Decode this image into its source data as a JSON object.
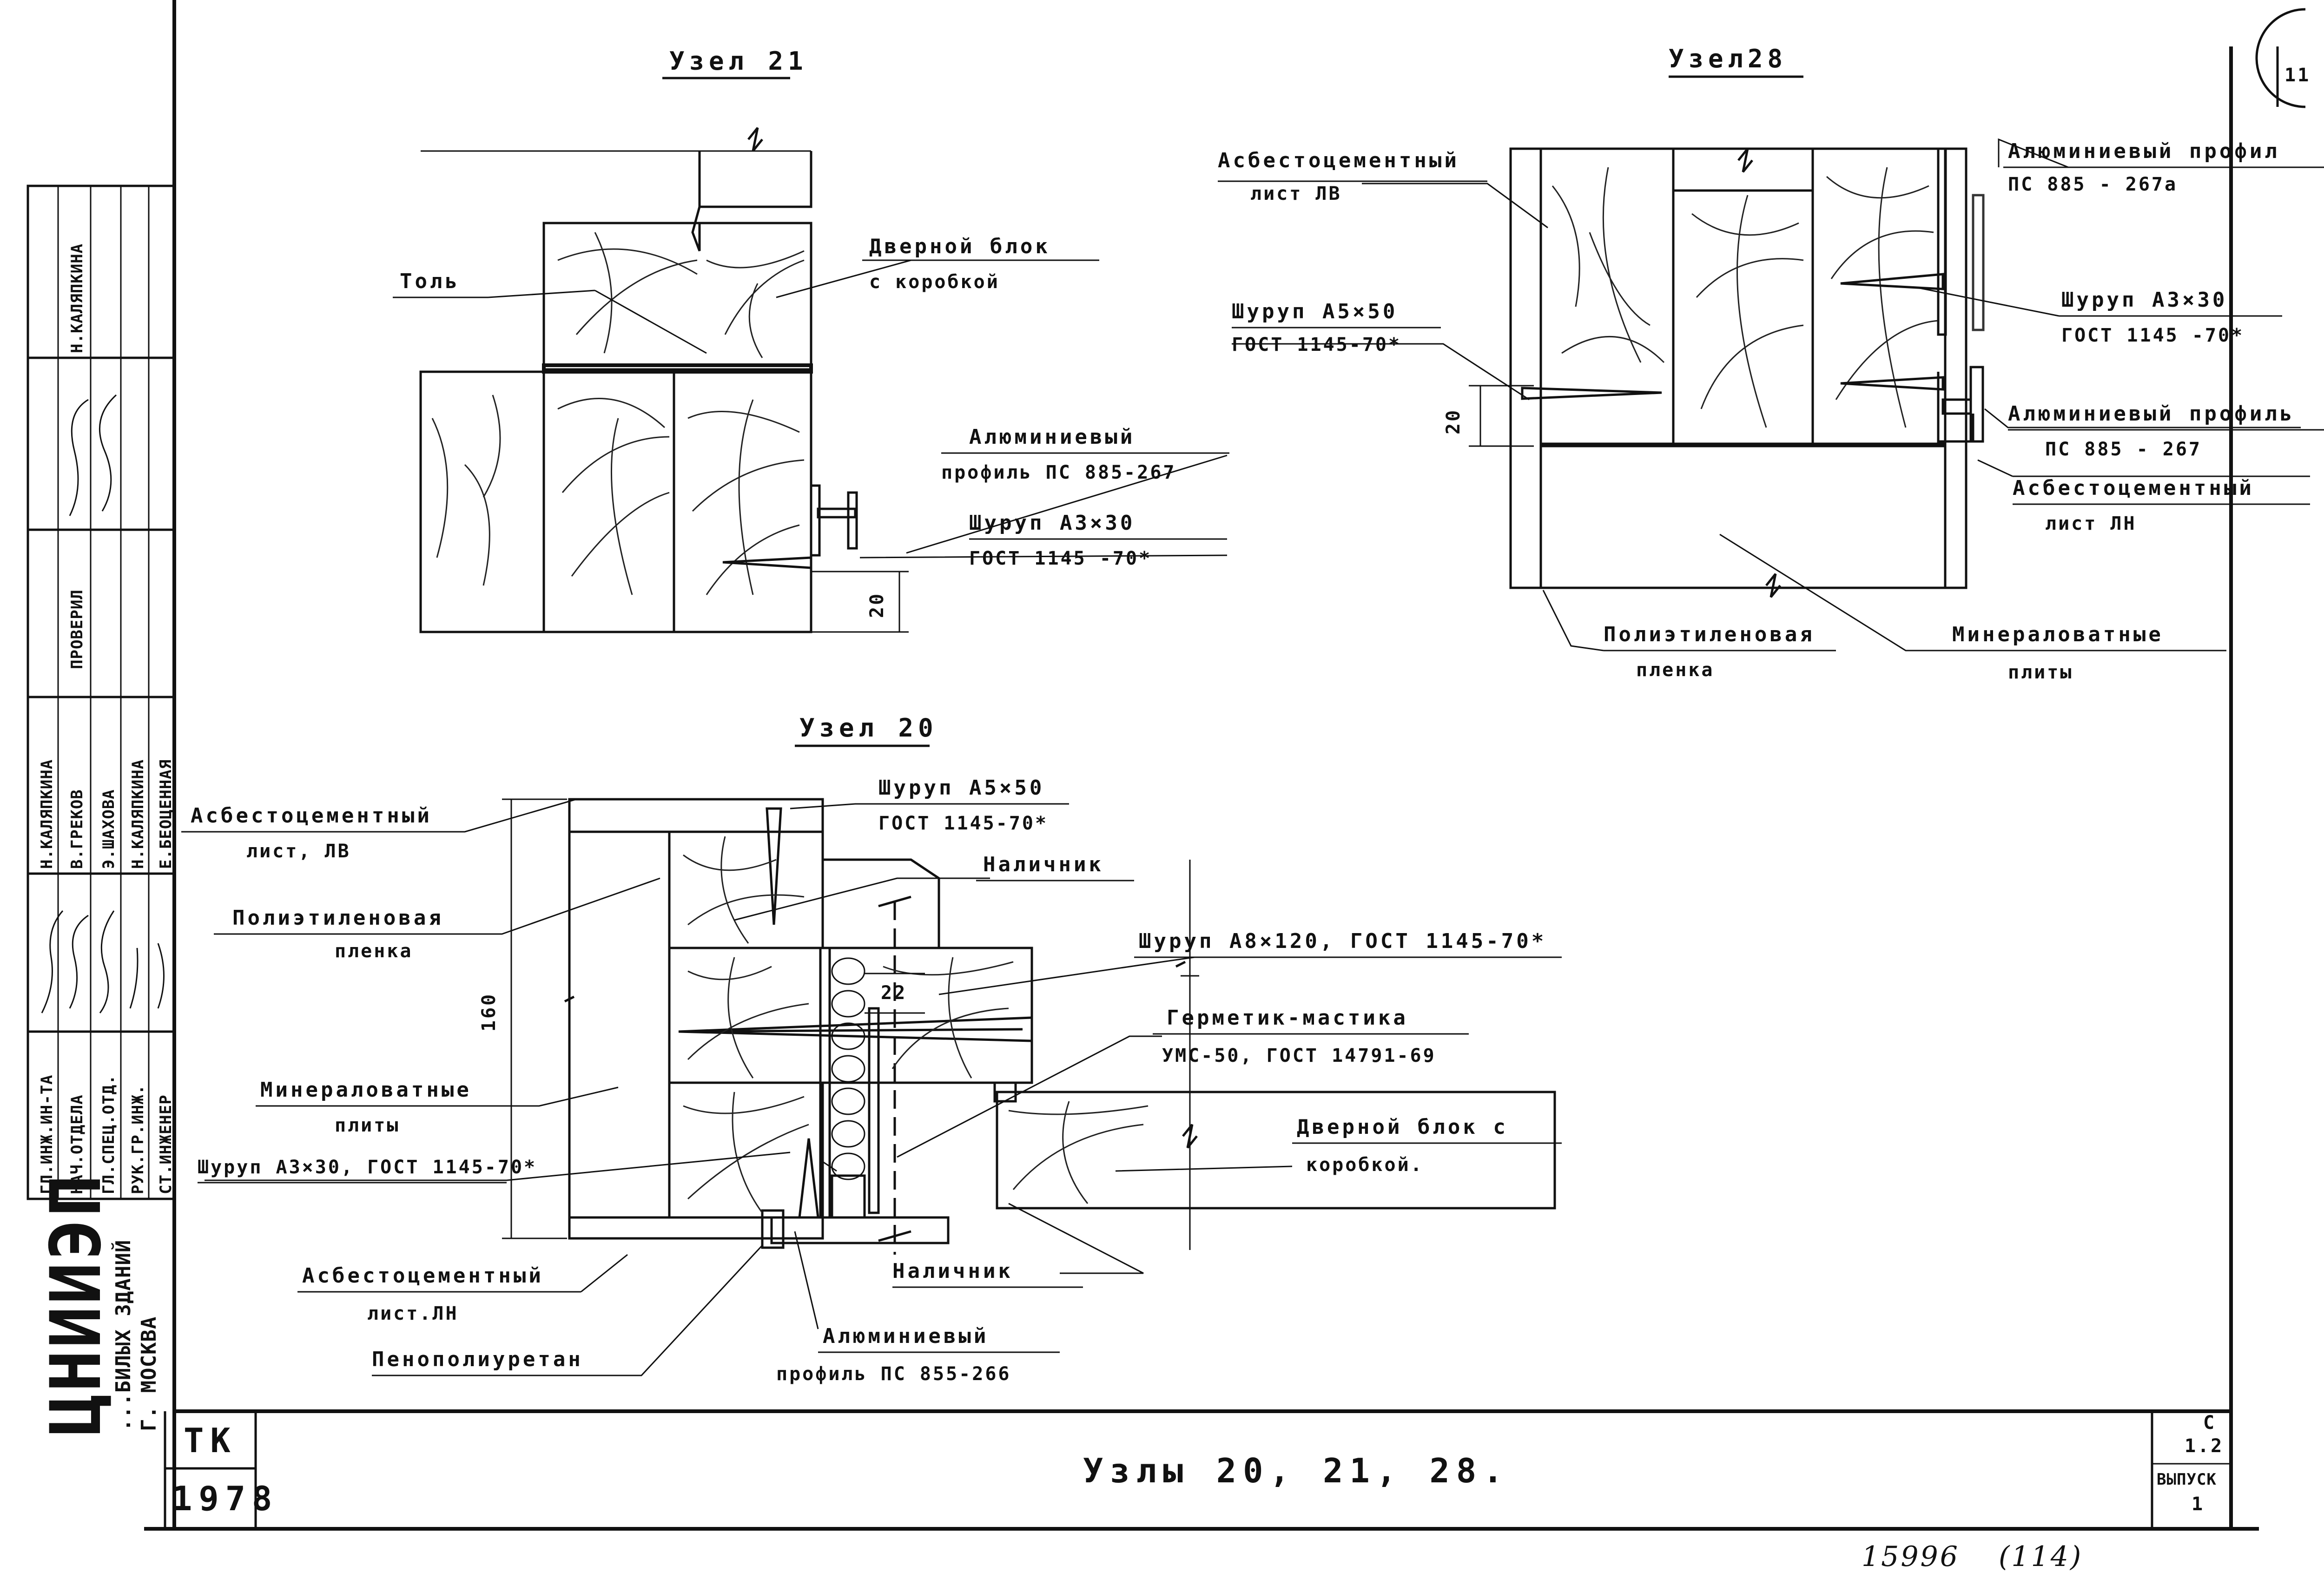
{
  "title_block": {
    "main_title": "Узлы 20, 21, 28.",
    "code": "ТК",
    "year": "1978",
    "sheet_number": "1.2",
    "sheet_label": "С",
    "issue_label": "ВЫПУСК",
    "issue_number": "1",
    "corner_number": "11",
    "org_logo": "ЦНИИЭП",
    "org_line1": "...БИЛЫХ ЗДАНИЙ",
    "org_line2": "Г. МОСКВА",
    "inventory_number": "15996",
    "page_mark": "(114)"
  },
  "staff_table": {
    "roles": [
      "ГЛ.ИНЖ.ИН-ТА",
      "НАЧ.ОТДЕЛА",
      "ГЛ.СПЕЦ.ОТД.",
      "РУК.ГР.ИНЖ.",
      "СТ.ИНЖЕНЕР"
    ],
    "names": [
      "Н.КАЛЯПКИНА",
      "В.ГРЕКОВ",
      "Э.ШАХОВА",
      "Н.КАЛЯПКИНА",
      "Е.БЕОЦЕННАЯ"
    ],
    "checked_role": "ПРОВЕРИЛ",
    "checked_name": "Н.КАЛЯПКИНА"
  },
  "node21": {
    "title": "Узел 21",
    "label_tol": "Толь",
    "label_door1": "Дверной блок",
    "label_door2": "с коробкой",
    "label_profile1": "Алюминиевый",
    "label_profile2": "профиль ПС 885-267",
    "label_screw1": "Шуруп А3×30",
    "label_screw2": "ГОСТ 1145 -70*",
    "dim": "20"
  },
  "node28": {
    "title": "Узел28",
    "label_asb1a": "Асбестоцементный",
    "label_asb1b": "лист ЛВ",
    "label_alu1a": "Алюминиевый профил",
    "label_alu1b": "ПС 885 - 267а",
    "label_screw_a1": "Шуруп А5×50",
    "label_screw_a2": "ГОСТ 1145-70*",
    "label_screw_b1": "Шуруп А3×30",
    "label_screw_b2": "ГОСТ 1145 -70*",
    "label_alu2a": "Алюминиевый профиль",
    "label_alu2b": "ПС 885 - 267",
    "label_asb2a": "Асбестоцементный",
    "label_asb2b": "лист ЛН",
    "label_poly1": "Полиэтиленовая",
    "label_poly2": "пленка",
    "label_mineral1": "Минераловатные",
    "label_mineral2": "плиты",
    "dim": "20"
  },
  "node20": {
    "title": "Узел 20",
    "label_asb1a": "Асбестоцементный",
    "label_asb1b": "лист, ЛВ",
    "label_poly1": "Полиэтиленовая",
    "label_poly2": "пленка",
    "label_mineral1": "Минераловатные",
    "label_mineral2": "плиты",
    "label_screw_c": "Шуруп А3×30, ГОСТ 1145-70*",
    "label_asb2a": "Асбестоцементный",
    "label_asb2b": "лист.ЛН",
    "label_foam": "Пенополиуретан",
    "label_screw_a1": "Шуруп А5×50",
    "label_screw_a2": "ГОСТ 1145-70*",
    "label_trim1": "Наличник",
    "label_screw_b": "Шуруп А8×120, ГОСТ 1145-70*",
    "label_seal1": "Герметик-мастика",
    "label_seal2": "УМС-50, ГОСТ 14791-69",
    "label_door1": "Дверной блок с",
    "label_door2": "коробкой.",
    "label_trim2": "Наличник",
    "label_alu1": "Алюминиевый",
    "label_alu2": "профиль ПС 855-266",
    "dim_160": "160",
    "dim_22": "22"
  }
}
